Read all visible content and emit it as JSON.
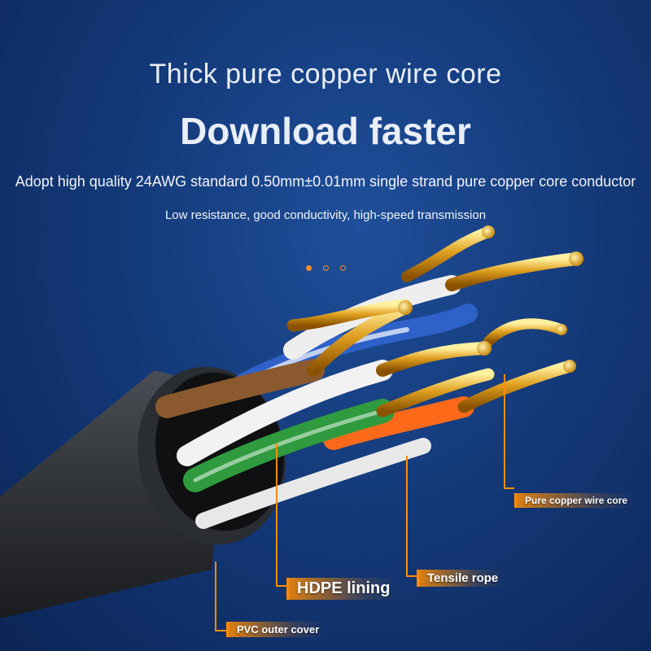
{
  "header": {
    "line1": "Thick pure copper wire core",
    "line2": "Download faster",
    "line3": "Adopt high quality 24AWG standard 0.50mm±0.01mm single strand pure copper core conductor",
    "line4": "Low resistance, good conductivity, high-speed transmission"
  },
  "carousel": {
    "slides": 3,
    "active": 0
  },
  "callouts": {
    "copper": "Pure copper wire core",
    "hdpe": "HDPE lining",
    "tensile": "Tensile rope",
    "pvc": "PVC outer cover"
  },
  "colors": {
    "accent": "#ff8c00",
    "jacket": "#2f3236",
    "copper": "#e0a020",
    "pair_brown": "#8a5a2e",
    "pair_green": "#2f9a3e",
    "pair_orange": "#ff6a1a",
    "pair_blue": "#2f62c8"
  }
}
